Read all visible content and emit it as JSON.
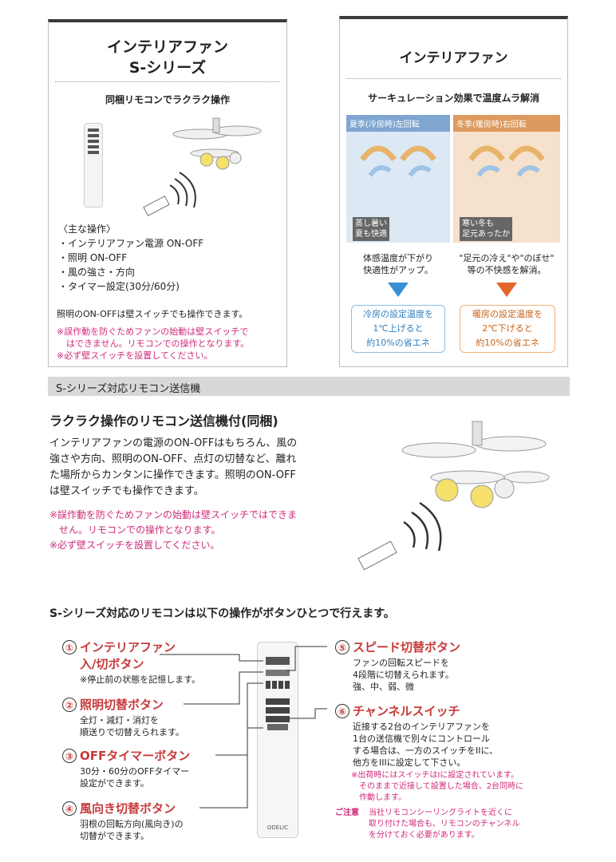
{
  "left_panel": {
    "title1": "インテリアファン",
    "title2": "S-シリーズ",
    "subtitle": "同梱リモコンでラクラク操作",
    "ops_heading": "〈主な操作〉",
    "ops": [
      "・インテリアファン電源 ON-OFF",
      "・照明 ON-OFF",
      "・風の強さ・方向",
      "・タイマー設定(30分/60分)"
    ],
    "note": "照明のON-OFFは壁スイッチでも操作できます。",
    "warn1": "※誤作動を防ぐためファンの始動は壁スイッチで",
    "warn2": "はできません。リモコンでの操作となります。",
    "warn3": "※必ず壁スイッチを設置してください。"
  },
  "right_panel": {
    "title": "インテリアファン",
    "subtitle": "サーキュレーション効果で温度ムラ解消",
    "summer": {
      "header": "夏季(冷房時)左回転",
      "bubble1": "蒸し暑い",
      "bubble2": "夏も快適",
      "effect1": "体感温度が下がり",
      "effect2": "快適性がアップ。",
      "box1": "冷房の設定温度を",
      "box2": "1℃上げると",
      "box3": "約10%の省エネ"
    },
    "winter": {
      "header": "冬季(暖房時)右回転",
      "bubble1": "寒い冬も",
      "bubble2": "足元あったか",
      "effect1": "\"足元の冷え\"や\"のぼせ\"",
      "effect2": "等の不快感を解消。",
      "box1": "暖房の設定温度を",
      "box2": "2℃下げると",
      "box3": "約10%の省エネ"
    }
  },
  "section_bar": "S-シリーズ対応リモコン送信機",
  "remote_section": {
    "heading": "ラクラク操作のリモコン送信機付(同梱)",
    "p1": "インテリアファンの電源のON-OFFはもちろん、風の",
    "p2": "強さや方向、照明のON-OFF、点灯の切替など、離れ",
    "p3": "た場所からカンタンに操作できます。照明のON-OFF",
    "p4": "は壁スイッチでも操作できます。",
    "w1": "※誤作動を防ぐためファンの始動は壁スイッチではできま",
    "w2": "せん。リモコンでの操作となります。",
    "w3": "※必ず壁スイッチを設置してください。"
  },
  "ops_heading": "S-シリーズ対応のリモコンは以下の操作がボタンひとつで行えます。",
  "buttons_left": [
    {
      "n": "①",
      "title": "インテリアファン",
      "title2": "入/切ボタン",
      "desc": [
        "※停止前の状態を記憶します。"
      ]
    },
    {
      "n": "②",
      "title": "照明切替ボタン",
      "title2": "",
      "desc": [
        "全灯・減灯・消灯を",
        "順送りで切替えられます。"
      ]
    },
    {
      "n": "③",
      "title": "OFFタイマーボタン",
      "title2": "",
      "desc": [
        "30分・60分のOFFタイマー",
        "設定ができます。"
      ]
    },
    {
      "n": "④",
      "title": "風向き切替ボタン",
      "title2": "",
      "desc": [
        "羽根の回転方向(風向き)の",
        "切替ができます。"
      ]
    }
  ],
  "buttons_right": [
    {
      "n": "⑤",
      "title": "スピード切替ボタン",
      "desc": [
        "ファンの回転スピードを",
        "4段階に切替えられます。",
        "強、中、弱、微"
      ]
    },
    {
      "n": "⑥",
      "title": "チャンネルスイッチ",
      "desc": [
        "近接する2台のインテリアファンを",
        "1台の送信機で別々にコントロール",
        "する場合は、一方のスイッチをIIに、",
        "他方をIIIに設定して下さい。"
      ]
    }
  ],
  "channel_note": [
    "※出荷時にはスイッチはIに設定されています。",
    "そのままで近接して設置した場合、2台同時に",
    "作動します。"
  ],
  "caution_label": "ご注意",
  "caution": [
    "当社リモコンシーリングライトを近くに",
    "取り付けた場合も、リモコンのチャンネル",
    "を分けておく必要があります。"
  ],
  "remote_brand": "ODELIC"
}
